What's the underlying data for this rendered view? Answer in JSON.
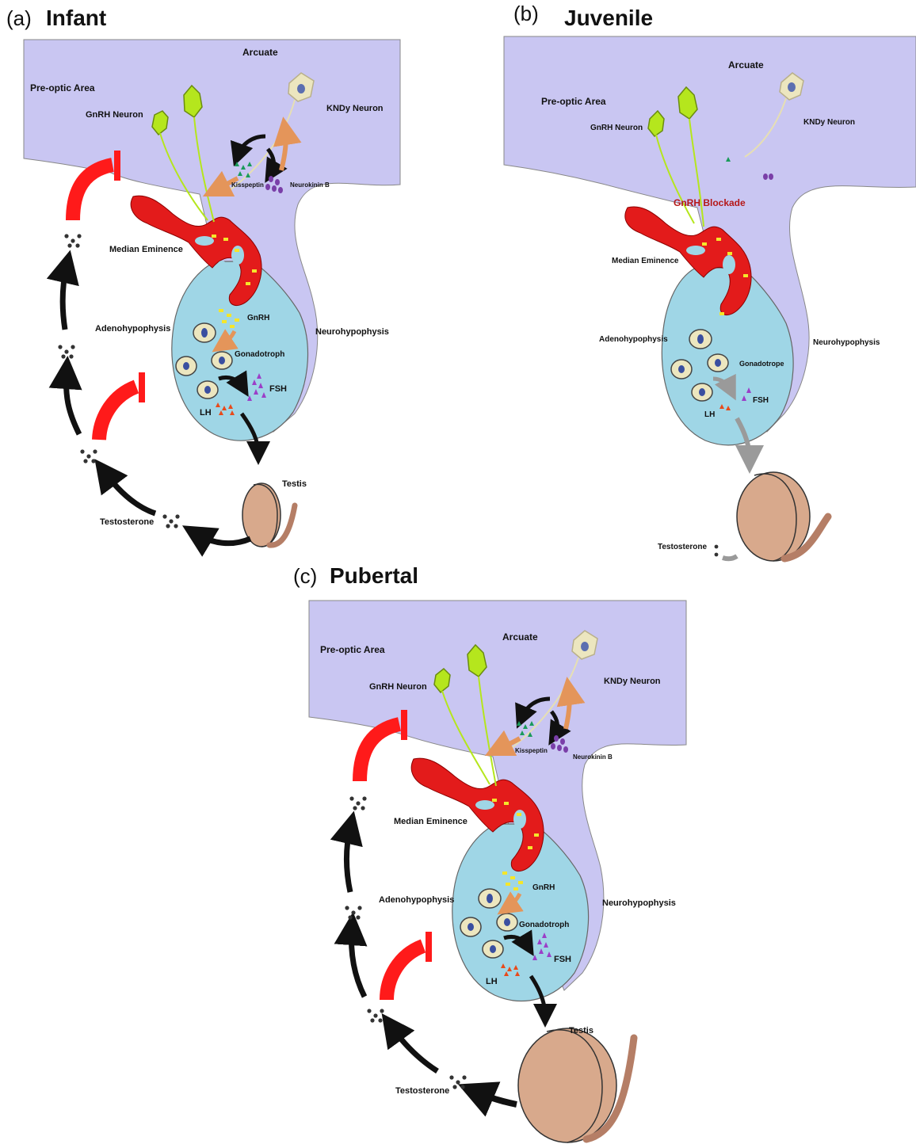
{
  "panels": [
    {
      "letter": "(a)",
      "title": "Infant",
      "labels": {
        "arcuate": "Arcuate",
        "preoptic": "Pre-optic Area",
        "gnrh_neuron": "GnRH Neuron",
        "kndy_neuron": "KNDy Neuron",
        "kisspeptin": "Kisspeptin",
        "neurokinin": "Neurokinin B",
        "median_eminence": "Median Eminence",
        "gnrh": "GnRH",
        "adenohypophysis": "Adenohypophysis",
        "neurohypophysis": "Neurohypophysis",
        "gonadotroph": "Gonadotroph",
        "fsh": "FSH",
        "lh": "LH",
        "testis": "Testis",
        "testosterone": "Testosterone"
      }
    },
    {
      "letter": "(b)",
      "title": "Juvenile",
      "labels": {
        "arcuate": "Arcuate",
        "preoptic": "Pre-optic Area",
        "gnrh_neuron": "GnRH Neuron",
        "kndy_neuron": "KNDy Neuron",
        "gnrh_blockade": "GnRH Blockade",
        "median_eminence": "Median Eminence",
        "adenohypophysis": "Adenohypophysis",
        "neurohypophysis": "Neurohypophysis",
        "gonadotrope": "Gonadotrope",
        "fsh": "FSH",
        "lh": "LH",
        "testosterone": "Testosterone"
      }
    },
    {
      "letter": "(c)",
      "title": "Pubertal",
      "labels": {
        "arcuate": "Arcuate",
        "preoptic": "Pre-optic Area",
        "gnrh_neuron": "GnRH Neuron",
        "kndy_neuron": "KNDy Neuron",
        "kisspeptin": "Kisspeptin",
        "neurokinin": "Neurokinin B",
        "median_eminence": "Median Eminence",
        "gnrh": "GnRH",
        "adenohypophysis": "Adenohypophysis",
        "neurohypophysis": "Neurohypophysis",
        "gonadotroph": "Gonadotroph",
        "fsh": "FSH",
        "lh": "LH",
        "testis": "Testis",
        "testosterone": "Testosterone"
      }
    }
  ],
  "colors": {
    "hypothalamus": "#c9c6f2",
    "pituitary": "#9fd6e6",
    "vessel": "#e31b1b",
    "inhibition": "#ff1a1a",
    "gnrh_neuron": "#b5e61d",
    "kndy_neuron": "#ece6bf",
    "kisspeptin": "#1a9a5a",
    "neurokinin": "#7a3fa8",
    "gnrh_granule": "#f5e62a",
    "lh": "#e84a1a",
    "fsh": "#9b3fc8",
    "testis": "#d8a98c",
    "orange_arrow": "#e4955a",
    "black_arrow": "#111111",
    "grey_arrow": "#9a9a9a",
    "blockade_text": "#b51818"
  }
}
